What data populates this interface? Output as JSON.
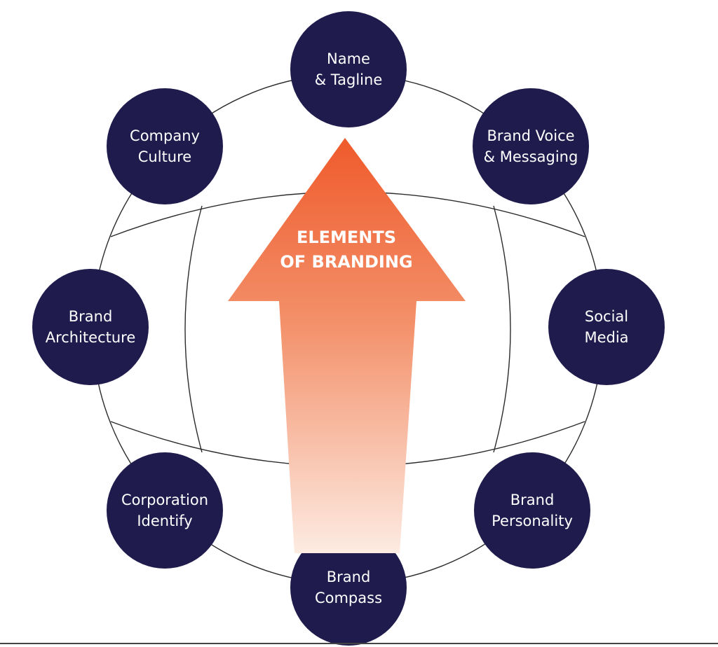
{
  "colors": {
    "node_fill": "#1f1b4d",
    "node_text": "#ffffff",
    "outline": "#2b2b2b",
    "arrow_top": "#ef5a2b",
    "arrow_bottom": "#fdebe2"
  },
  "center": {
    "line1": "ELEMENTS",
    "line2": "OF BRANDING"
  },
  "nodes": {
    "name_tagline": {
      "line1": "Name",
      "line2": "& Tagline"
    },
    "brand_voice": {
      "line1": "Brand Voice",
      "line2": "& Messaging"
    },
    "company_culture": {
      "line1": "Company",
      "line2": "Culture"
    },
    "brand_architecture": {
      "line1": "Brand",
      "line2": "Architecture"
    },
    "social_media": {
      "line1": "Social",
      "line2": "Media"
    },
    "corporation_identify": {
      "line1": "Corporation",
      "line2": "Identify"
    },
    "brand_personality": {
      "line1": "Brand",
      "line2": "Personality"
    },
    "brand_compass": {
      "line1": "Brand",
      "line2": "Compass"
    }
  }
}
